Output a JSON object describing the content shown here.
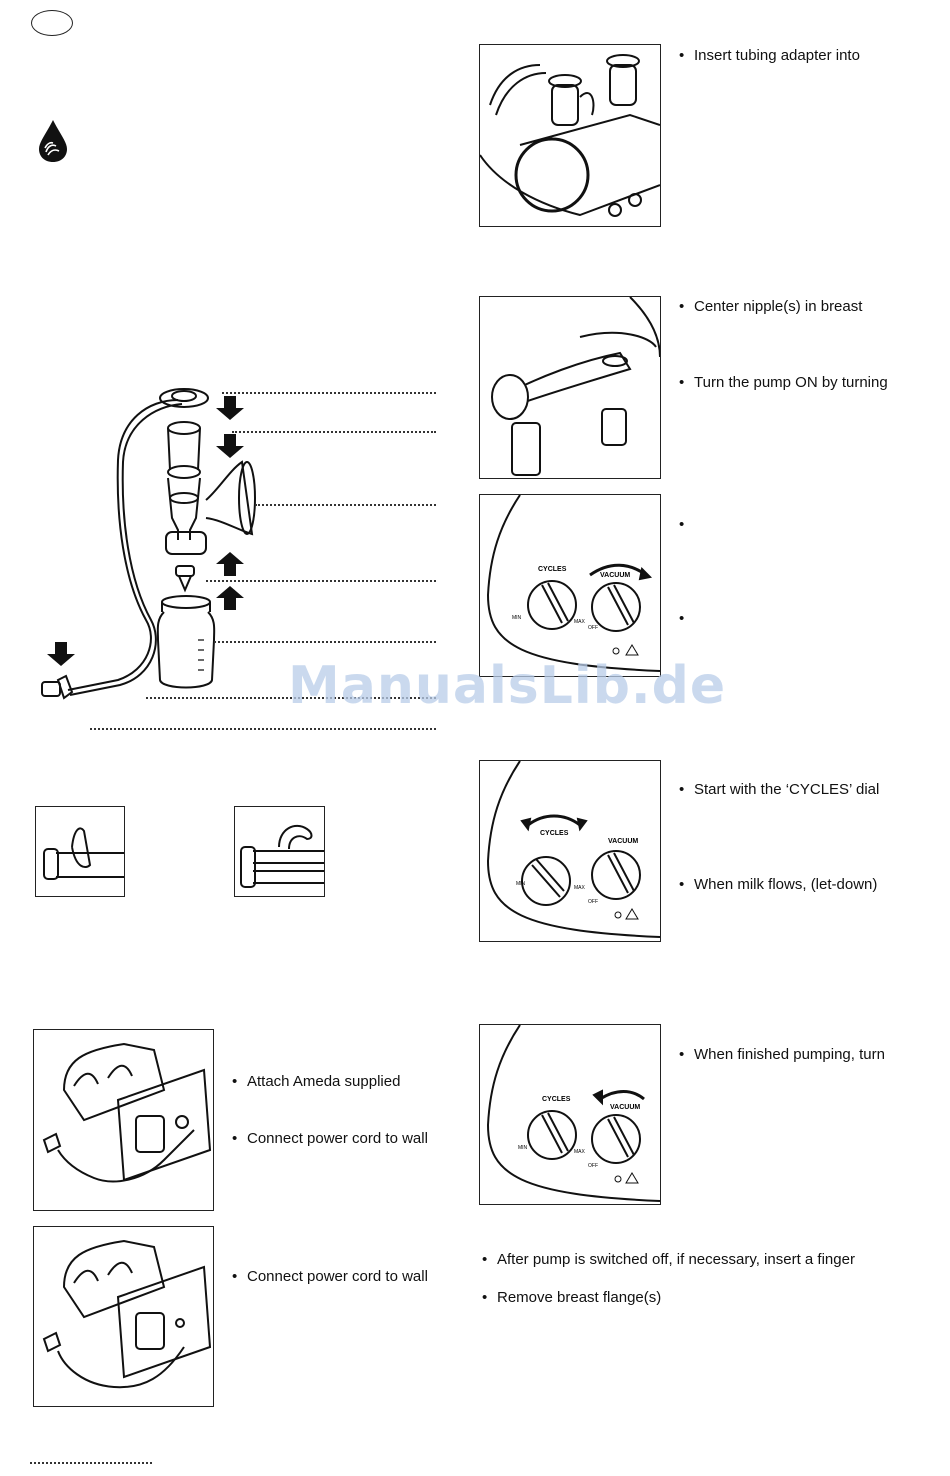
{
  "watermark": "ManualsLib.de",
  "instructions": {
    "tubing": "Insert tubing adapter into",
    "center": "Center nipple(s) in breast",
    "turn_on": "Turn the pump ON by turning",
    "start": "Start with the ‘CYCLES’ dial",
    "milk_flows": "When milk flows, (let-down)",
    "finished": "When finished pumping, turn",
    "attach": "Attach Ameda supplied",
    "connect1": "Connect power cord to wall",
    "connect2": "Connect power cord to wall",
    "after_off": "After pump is switched off, if necessary, insert a finger",
    "remove": "Remove breast flange(s)"
  },
  "dials": {
    "cycles": "CYCLES",
    "vacuum": "VACUUM",
    "min": "MIN",
    "max": "MAX",
    "off": "OFF"
  }
}
